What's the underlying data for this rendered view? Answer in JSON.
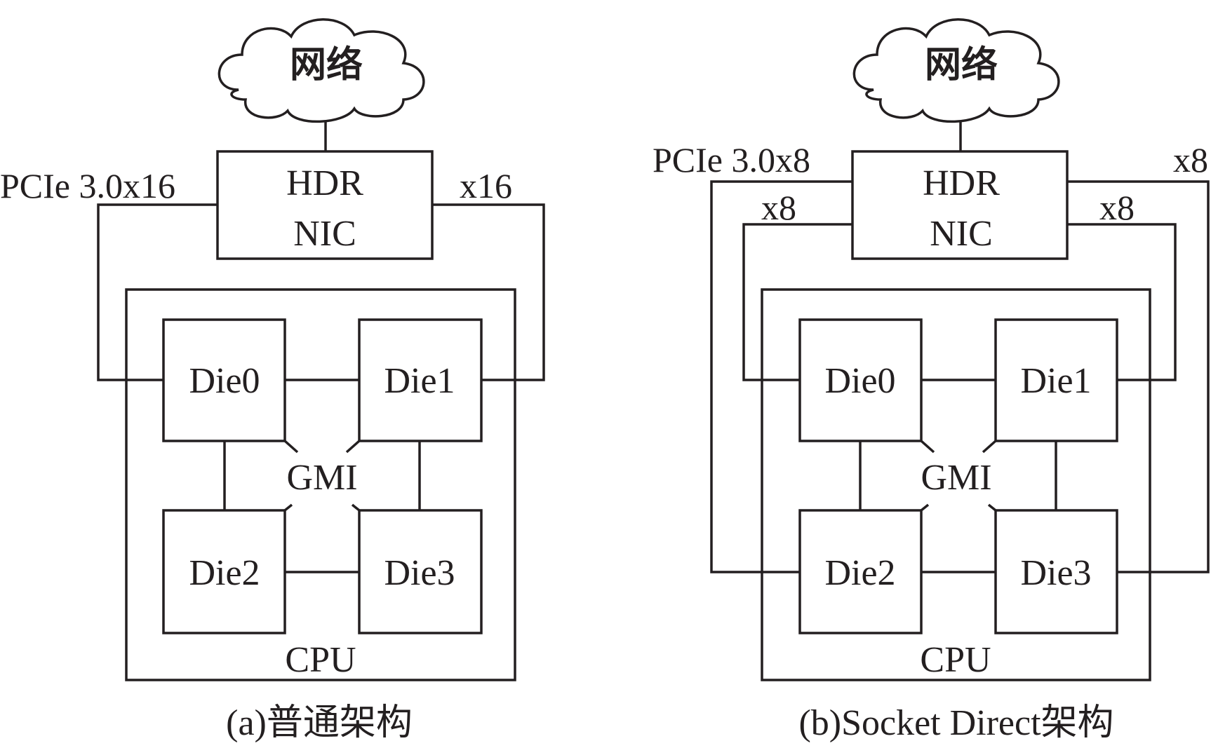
{
  "panel_a": {
    "cloud": "网络",
    "nic_line1": "HDR",
    "nic_line2": "NIC",
    "pcie_left": "PCIe 3.0x16",
    "pcie_right": "x16",
    "die0": "Die0",
    "die1": "Die1",
    "die2": "Die2",
    "die3": "Die3",
    "gmi": "GMI",
    "cpu": "CPU",
    "caption": "(a)普通架构"
  },
  "panel_b": {
    "cloud": "网络",
    "nic_line1": "HDR",
    "nic_line2": "NIC",
    "pcie_outer_left": "PCIe 3.0x8",
    "pcie_inner_left": "x8",
    "pcie_outer_right": "x8",
    "pcie_inner_right": "x8",
    "die0": "Die0",
    "die1": "Die1",
    "die2": "Die2",
    "die3": "Die3",
    "gmi": "GMI",
    "cpu": "CPU",
    "caption": "(b)Socket Direct架构"
  }
}
